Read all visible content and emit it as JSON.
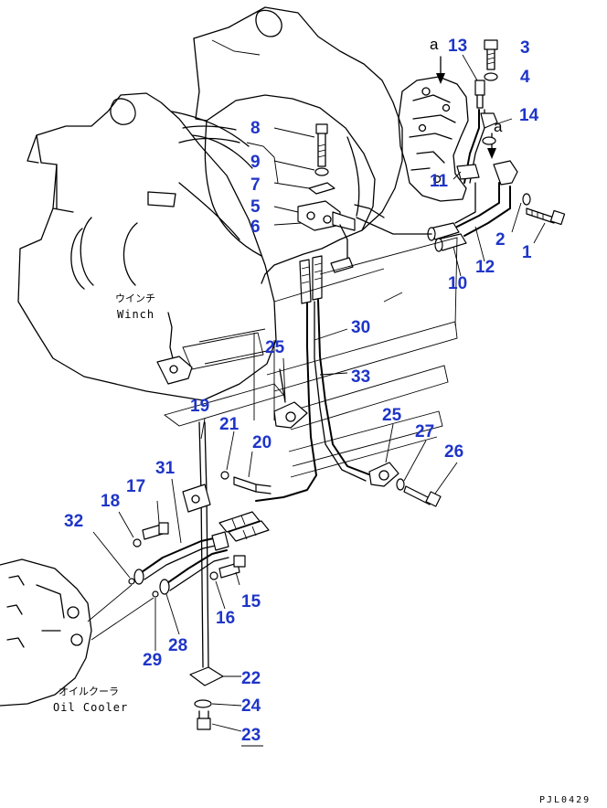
{
  "labels": {
    "winch_jp": "ウインチ",
    "winch_en": "Winch",
    "oil_cooler_jp": "オイルクーラ",
    "oil_cooler_en": "Oil Cooler",
    "ref_view_a_top": "a",
    "ref_view_a_side": "a",
    "drawing_code": "PJL0429"
  },
  "part_numbers": [
    "1",
    "2",
    "3",
    "4",
    "5",
    "6",
    "7",
    "8",
    "9",
    "10",
    "11",
    "12",
    "13",
    "14",
    "15",
    "16",
    "17",
    "18",
    "19",
    "20",
    "21",
    "22",
    "23",
    "24",
    "25",
    "25",
    "26",
    "27",
    "28",
    "29",
    "30",
    "31",
    "32",
    "33"
  ],
  "colors": {
    "callout": "#1f35c8",
    "line": "#000000"
  }
}
